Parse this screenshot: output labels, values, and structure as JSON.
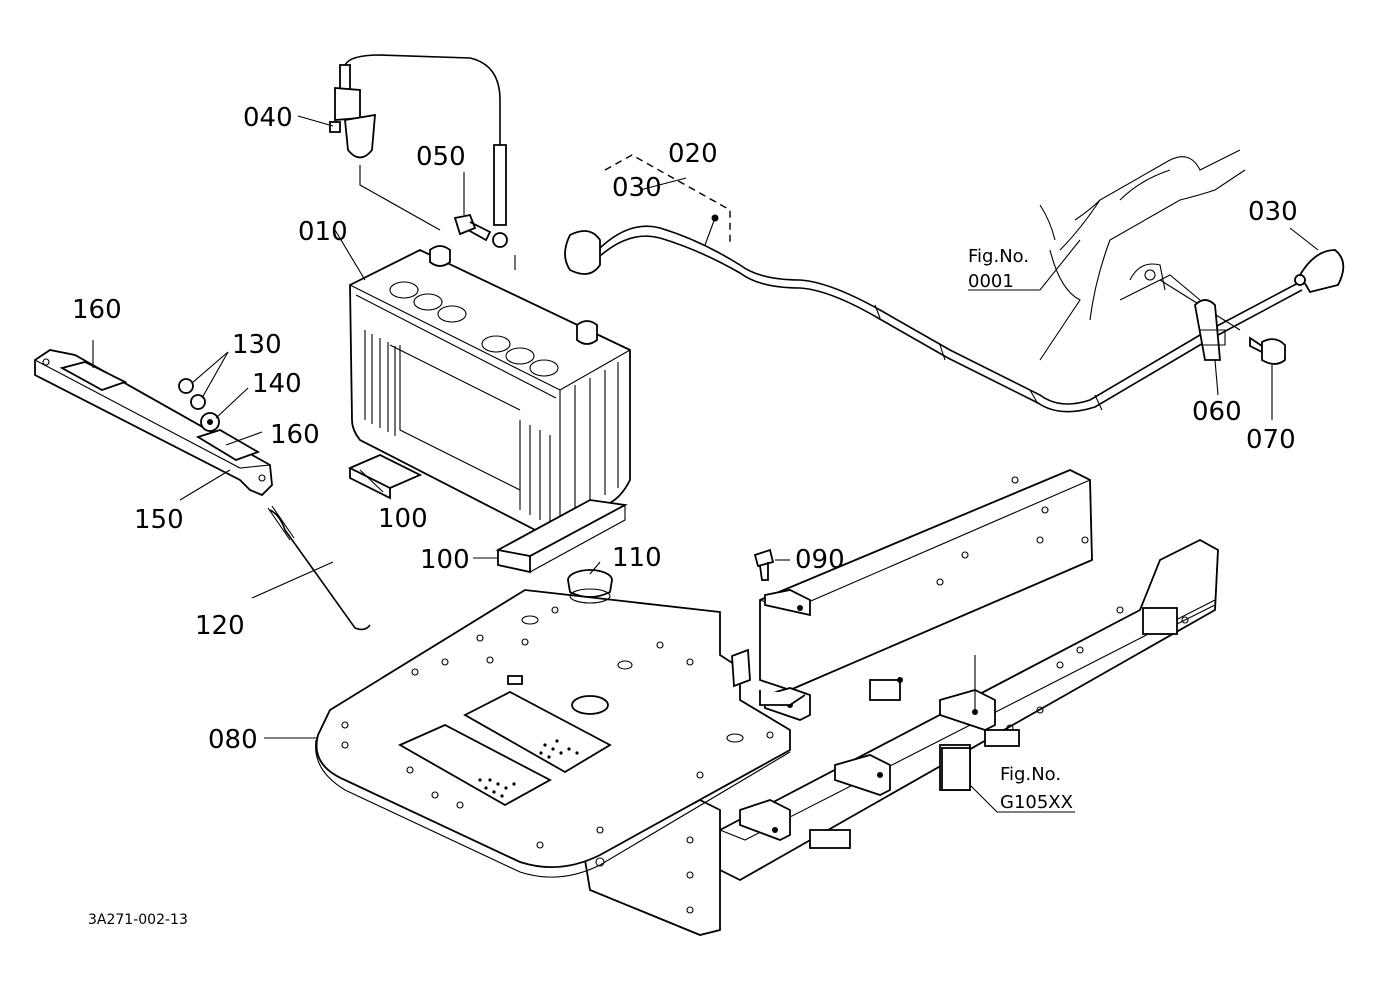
{
  "labels": {
    "p010": "010",
    "p020": "020",
    "p030a": "030",
    "p030b": "030",
    "p040": "040",
    "p050": "050",
    "p060": "060",
    "p070": "070",
    "p080": "080",
    "p090": "090",
    "p100a": "100",
    "p100b": "100",
    "p110": "110",
    "p120": "120",
    "p130": "130",
    "p140": "140",
    "p150": "150",
    "p160a": "160",
    "p160b": "160"
  },
  "refs": {
    "fig1_label": "Fig.No.",
    "fig1_code": "0001",
    "fig2_label": "Fig.No.",
    "fig2_code": "G105XX"
  },
  "drawing_code": "3A271-002-13"
}
